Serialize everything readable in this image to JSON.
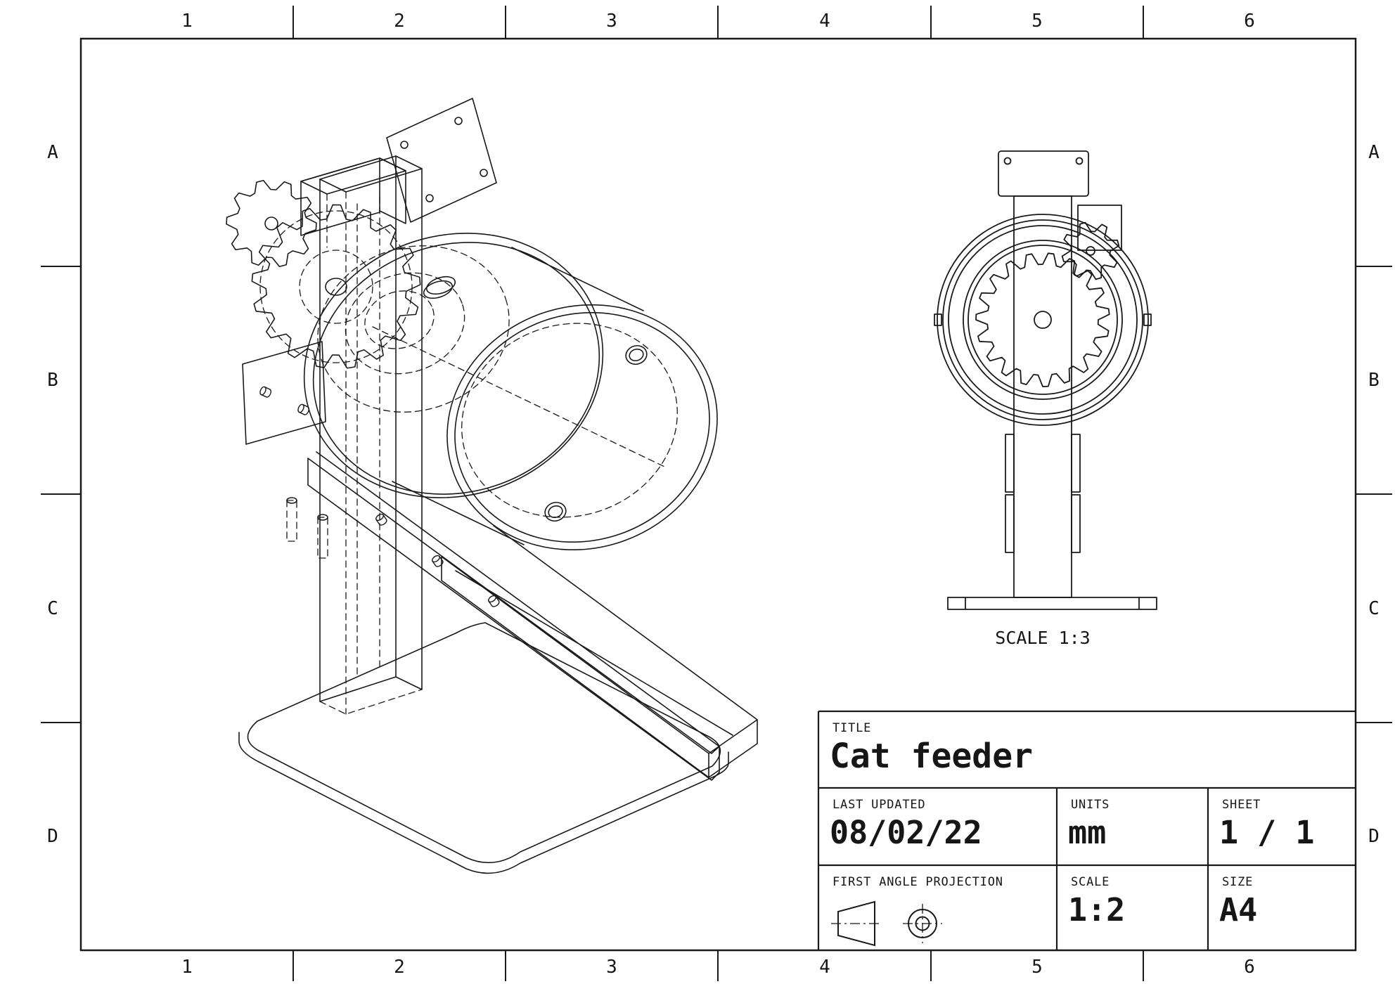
{
  "sheet": {
    "zones": {
      "columns": [
        "1",
        "2",
        "3",
        "4",
        "5",
        "6"
      ],
      "rows": [
        "A",
        "B",
        "C",
        "D"
      ]
    },
    "front_view": {
      "scale_note": "SCALE 1:3"
    },
    "title_block": {
      "title_label": "TITLE",
      "title_value": "Cat feeder",
      "updated_label": "LAST UPDATED",
      "updated_value": "08/02/22",
      "units_label": "UNITS",
      "units_value": "mm",
      "sheet_label": "SHEET",
      "sheet_value": "1 / 1",
      "projection_label": "FIRST ANGLE PROJECTION",
      "scale_label": "SCALE",
      "scale_value": "1:2",
      "size_label": "SIZE",
      "size_value": "A4"
    },
    "colors": {
      "ink": "#191919",
      "paper": "#ffffff"
    }
  }
}
